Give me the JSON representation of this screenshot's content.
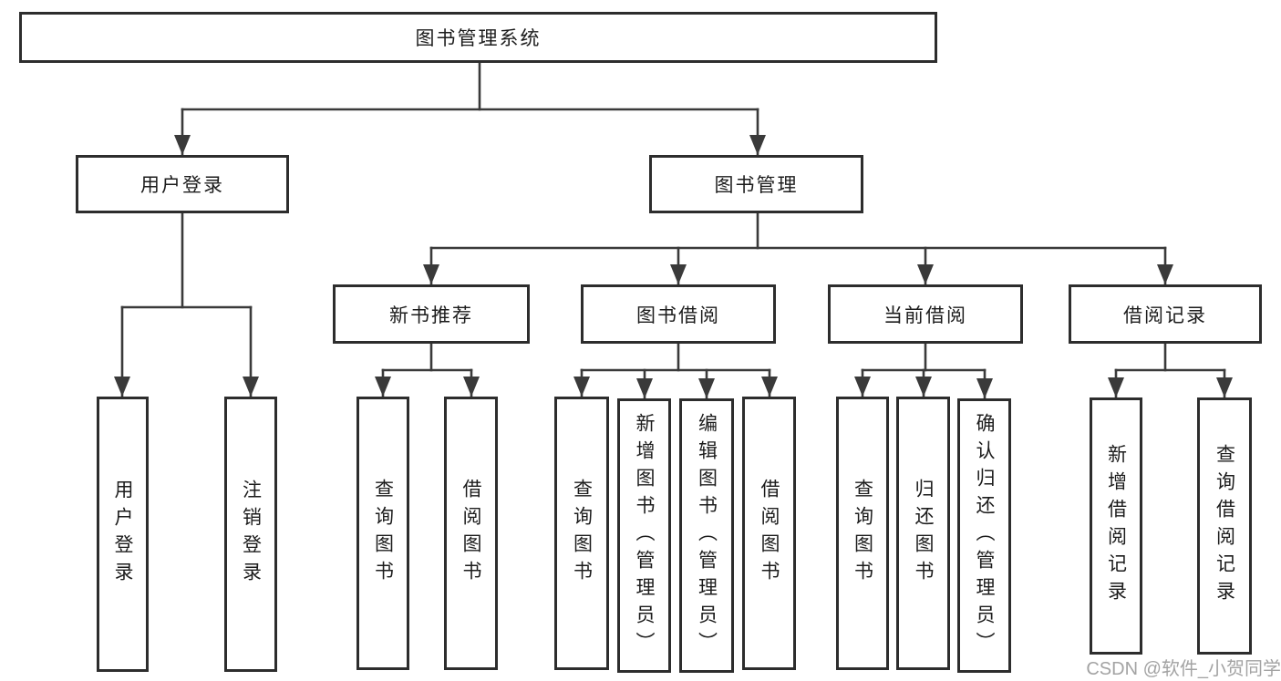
{
  "diagram": {
    "root": {
      "label": "图书管理系统"
    },
    "branches": [
      {
        "label": "用户登录",
        "children": [
          {
            "label": "用户登录"
          },
          {
            "label": "注销登录"
          }
        ]
      },
      {
        "label": "图书管理",
        "children": [
          {
            "label": "新书推荐",
            "children": [
              {
                "label": "查询图书"
              },
              {
                "label": "借阅图书"
              }
            ]
          },
          {
            "label": "图书借阅",
            "children": [
              {
                "label": "查询图书"
              },
              {
                "label": "新增图书（管理员）"
              },
              {
                "label": "编辑图书（管理员）"
              },
              {
                "label": "借阅图书"
              }
            ]
          },
          {
            "label": "当前借阅",
            "children": [
              {
                "label": "查询图书"
              },
              {
                "label": "归还图书"
              },
              {
                "label": "确认归还（管理员）"
              }
            ]
          },
          {
            "label": "借阅记录",
            "children": [
              {
                "label": "新增借阅记录"
              },
              {
                "label": "查询借阅记录"
              }
            ]
          }
        ]
      }
    ]
  },
  "watermark": {
    "text": "CSDN @软件_小贺同学"
  },
  "colors": {
    "line": "#3a3a3a",
    "box_border": "#2d2d2d",
    "text": "#1c1c1c",
    "watermark": "#a3a3a3",
    "background": "#ffffff"
  }
}
